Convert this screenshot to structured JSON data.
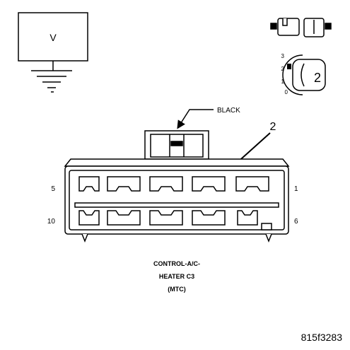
{
  "meter": {
    "symbol": "V"
  },
  "probe_icon": {
    "number": "2",
    "positions": [
      "3",
      "2",
      "1",
      "0"
    ]
  },
  "connector": {
    "wire_color": "BLACK",
    "pointer_label": "2",
    "pin_left_top": "5",
    "pin_right_top": "1",
    "pin_left_bottom": "10",
    "pin_right_bottom": "6",
    "caption_line1": "CONTROL-A/C-",
    "caption_line2": "HEATER C3",
    "caption_line3": "(MTC)"
  },
  "figure_id": "815f3283"
}
